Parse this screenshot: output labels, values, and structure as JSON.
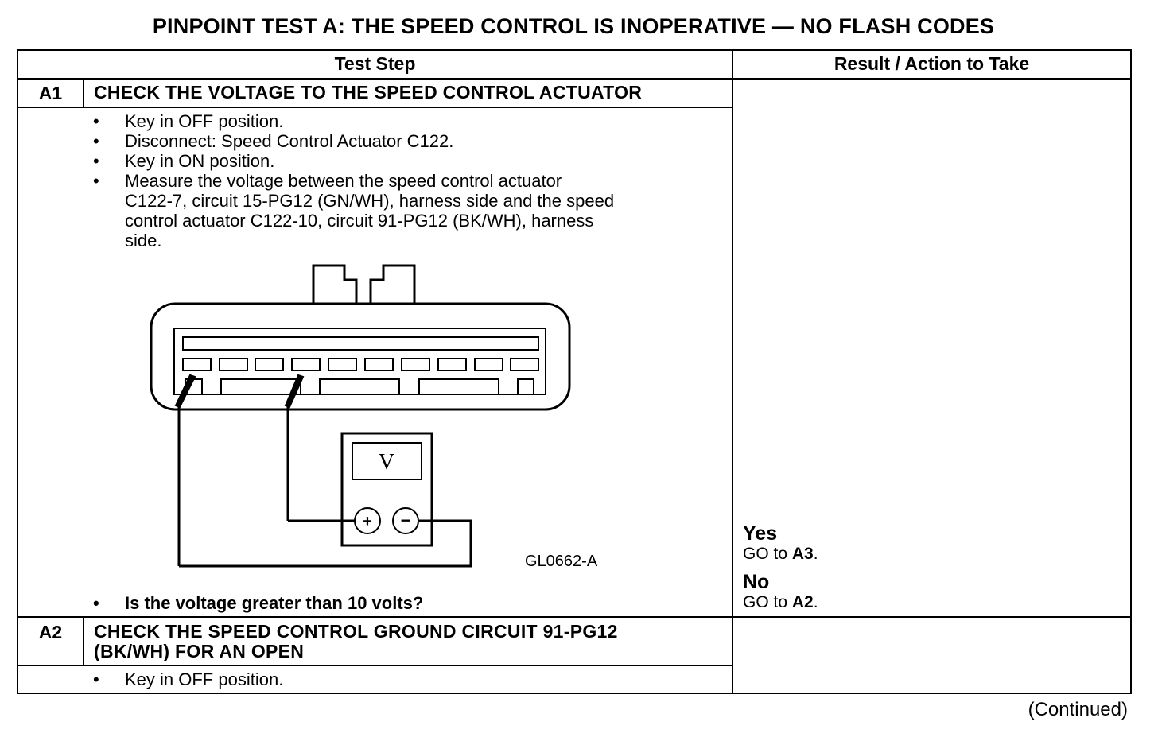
{
  "title": "PINPOINT TEST A: THE SPEED CONTROL IS INOPERATIVE — NO FLASH CODES",
  "columns": {
    "test_step": "Test Step",
    "result": "Result / Action to Take"
  },
  "steps": [
    {
      "id": "A1",
      "heading": "CHECK THE VOLTAGE TO THE SPEED CONTROL ACTUATOR",
      "bullets": [
        "Key in OFF position.",
        "Disconnect: Speed Control Actuator C122.",
        "Key in ON position."
      ],
      "measure_lines": [
        "Measure the voltage between the speed control actuator",
        "C122-7, circuit 15-PG12 (GN/WH), harness side and the speed",
        "control actuator C122-10, circuit 91-PG12 (BK/WH), harness",
        "side."
      ],
      "figure": {
        "id": "GL0662-A",
        "meter_symbol": "V",
        "plus": "+",
        "minus": "−"
      },
      "question": "Is the voltage greater than 10 volts?",
      "results": [
        {
          "label": "Yes",
          "go": "GO to",
          "target": "A3",
          "end": "."
        },
        {
          "label": "No",
          "go": "GO to",
          "target": "A2",
          "end": "."
        }
      ]
    },
    {
      "id": "A2",
      "heading_lines": [
        "CHECK THE SPEED CONTROL GROUND CIRCUIT 91-PG12",
        "(BK/WH) FOR AN OPEN"
      ],
      "bullets": [
        "Key in OFF position."
      ]
    }
  ],
  "continued": "(Continued)"
}
